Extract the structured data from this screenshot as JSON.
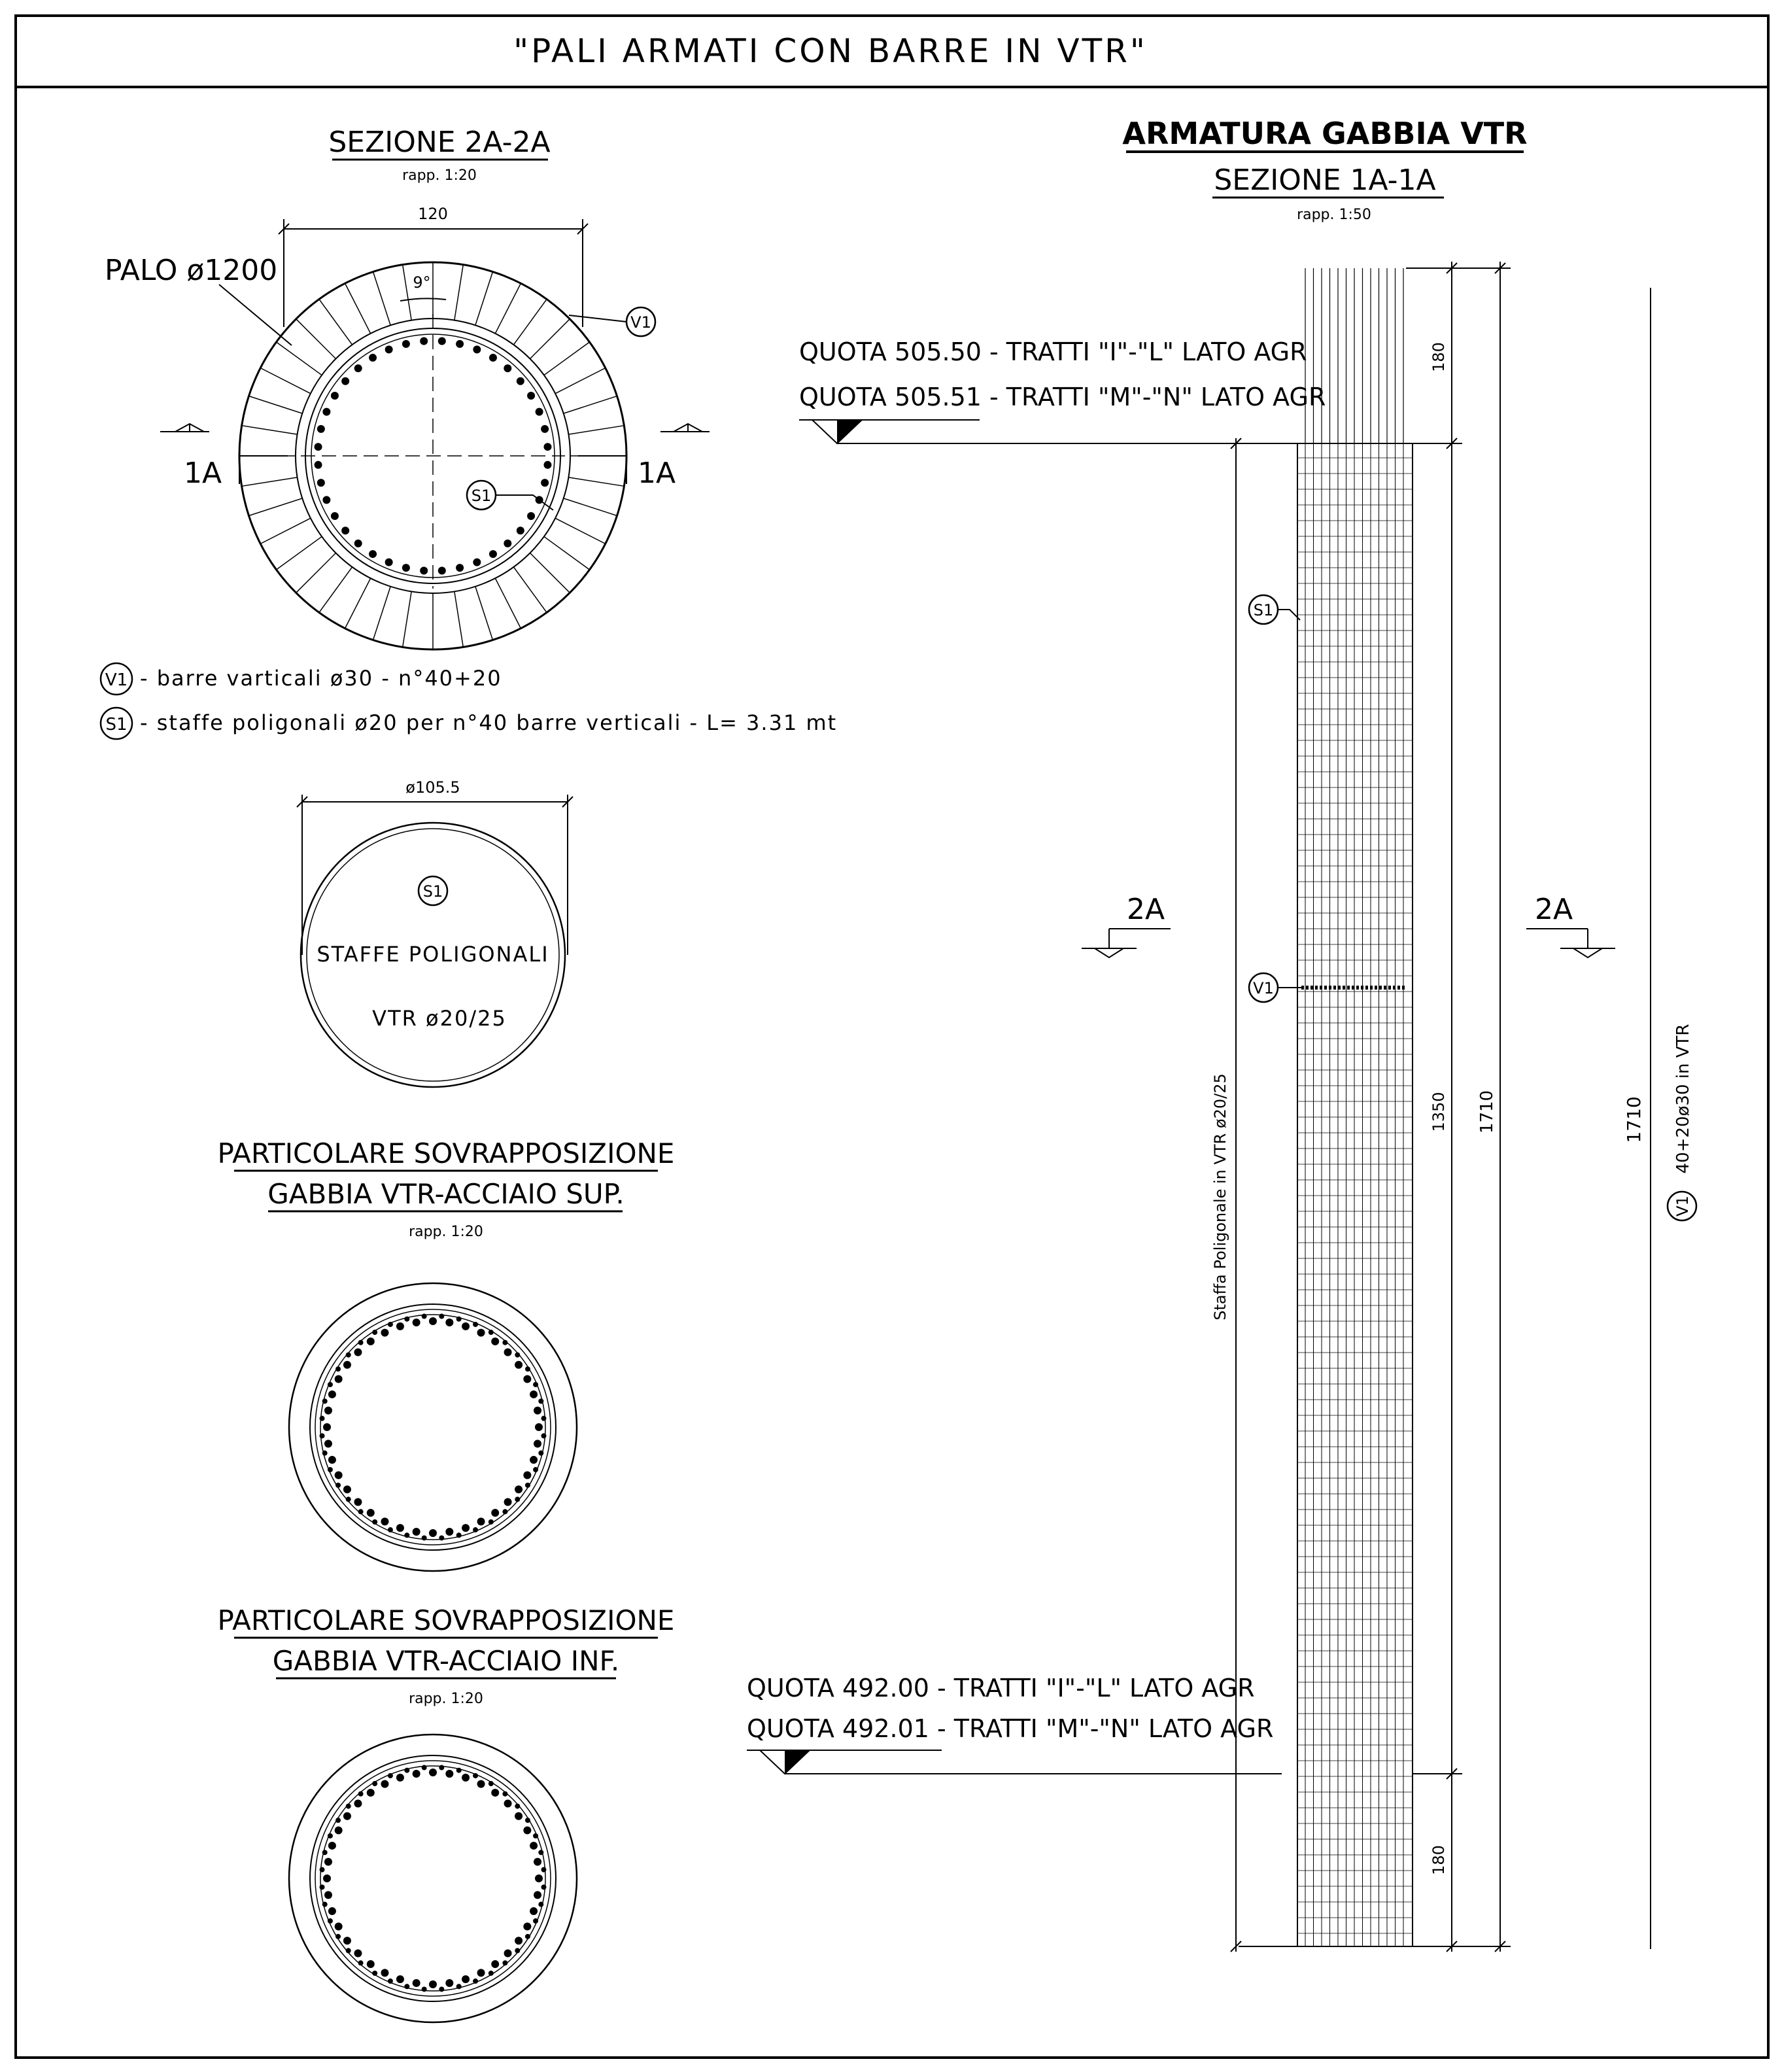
{
  "drawing": {
    "title": "\"PALI ARMATI CON BARRE IN VTR\"",
    "section_2a": {
      "title": "SEZIONE 2A-2A",
      "scale": "rapp. 1:20",
      "dim_width": "120",
      "pile_label": "PALO ø1200",
      "angle": "9°",
      "tag_v1": "V1",
      "tag_s1": "S1",
      "cut_left": "1A",
      "cut_right": "1A"
    },
    "legend": [
      {
        "tag": "V1",
        "text": "- barre varticali ø30 - n°40+20"
      },
      {
        "tag": "S1",
        "text": "- staffe poligonali ø20 per n°40 barre verticali - L= 3.31 mt"
      }
    ],
    "stirrup_detail": {
      "dim": "ø105.5",
      "tag": "S1",
      "line1": "STAFFE POLIGONALI",
      "line2": "VTR ø20/25"
    },
    "overlap_sup": {
      "title_line1": "PARTICOLARE SOVRAPPOSIZIONE",
      "title_line2": "GABBIA VTR-ACCIAIO SUP.",
      "scale": "rapp. 1:20"
    },
    "overlap_inf": {
      "title_line1": "PARTICOLARE SOVRAPPOSIZIONE",
      "title_line2": "GABBIA VTR-ACCIAIO INF.",
      "scale": "rapp. 1:20"
    },
    "section_1a": {
      "header": "ARMATURA GABBIA VTR",
      "title": "SEZIONE 1A-1A",
      "scale": "rapp. 1:50",
      "quota_top_1": "QUOTA 505.50 - TRATTI \"I\"-\"L\" LATO AGR",
      "quota_top_2": "QUOTA 505.51 - TRATTI \"M\"-\"N\" LATO AGR",
      "quota_bot_1": "QUOTA 492.00 - TRATTI \"I\"-\"L\" LATO AGR",
      "quota_bot_2": "QUOTA 492.01 - TRATTI \"M\"-\"N\" LATO AGR",
      "tag_s1": "S1",
      "tag_v1": "V1",
      "cut_left": "2A",
      "cut_right": "2A",
      "stirrup_note": "Staffa Poligonale in VTR ø20/25",
      "dim_top": "180",
      "dim_mid": "1350",
      "dim_bot": "180",
      "dim_total": "1710",
      "dim_total_outer": "1710",
      "bars_note": "40+20ø30 in VTR",
      "bars_tag": "V1"
    }
  }
}
